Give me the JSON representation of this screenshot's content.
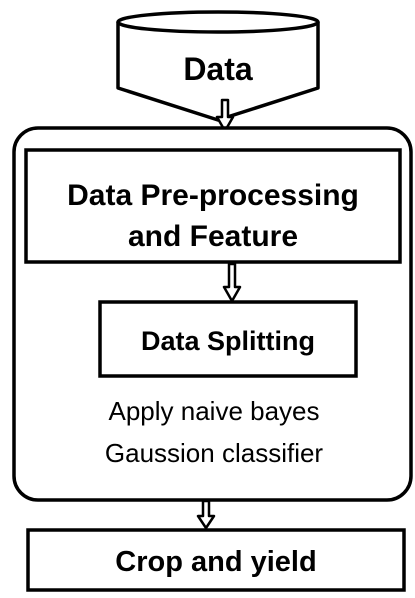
{
  "diagram": {
    "nodes": {
      "data": "Data",
      "preprocessing_line1": "Data Pre-processing",
      "preprocessing_line2": "and Feature",
      "splitting": "Data Splitting",
      "classifier_line1": "Apply naive bayes",
      "classifier_line2": "Gaussion classifier",
      "output": "Crop and yield"
    },
    "colors": {
      "stroke": "#000000",
      "fill": "#ffffff",
      "text": "#000000"
    }
  }
}
